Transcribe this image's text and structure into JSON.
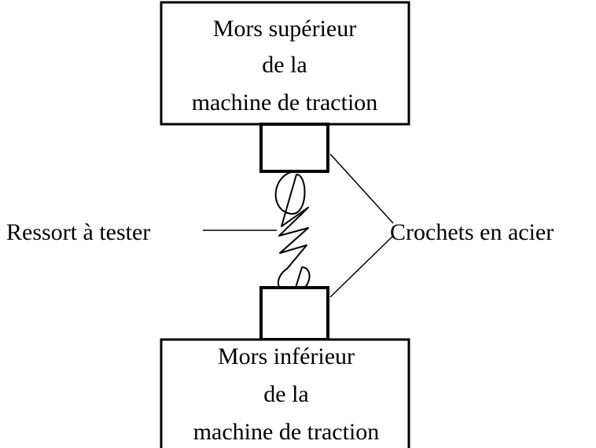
{
  "upper_jaw": {
    "line1": "Mors supérieur",
    "line2": "de la",
    "line3": "machine de traction"
  },
  "lower_jaw": {
    "line1": "Mors inférieur",
    "line2": "de la",
    "line3": "machine de traction"
  },
  "labels": {
    "spring": "Ressort à tester",
    "hooks": "Crochets en acier"
  },
  "colors": {
    "ink": "#000000",
    "background": "#ffffff"
  }
}
